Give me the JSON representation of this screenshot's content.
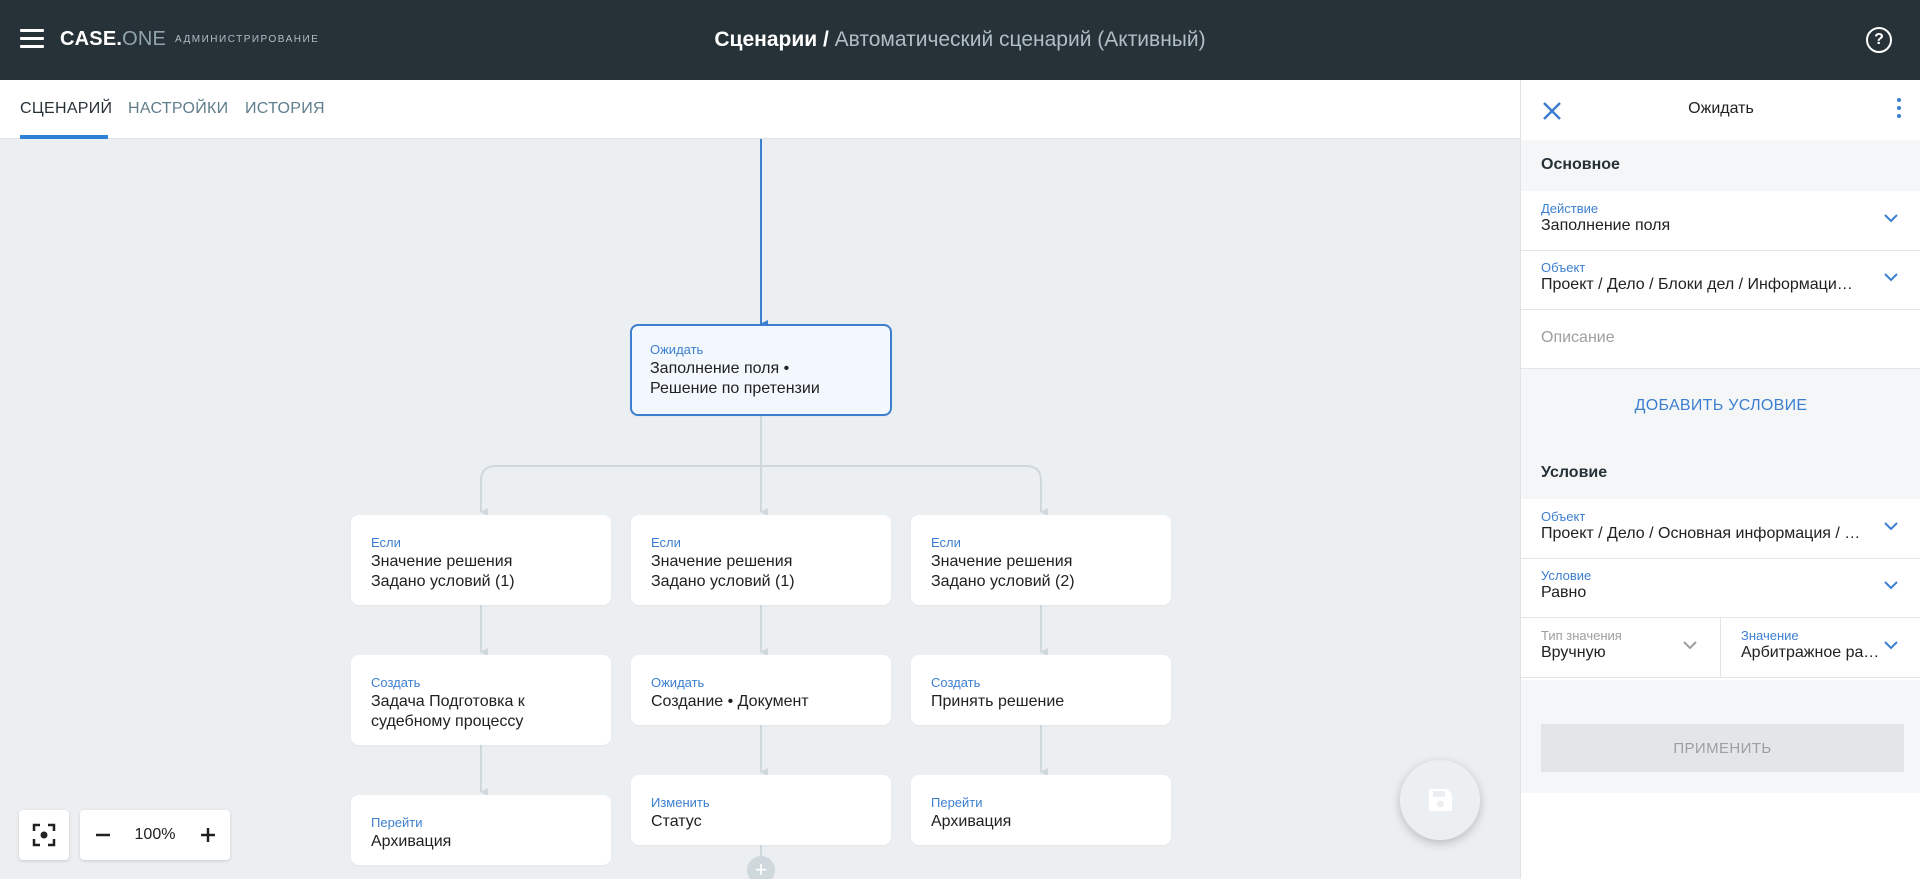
{
  "header": {
    "logo_main": "CASE.",
    "logo_accent": "ONE",
    "admin_label": "АДМИНИСТРИРОВАНИЕ",
    "breadcrumb_root": "Сценарии",
    "breadcrumb_sep": " / ",
    "breadcrumb_current": "Автоматический сценарий (Активный)",
    "help_glyph": "?"
  },
  "tabs": [
    {
      "label": "СЦЕНАРИЙ",
      "active": true
    },
    {
      "label": "НАСТРОЙКИ",
      "active": false
    },
    {
      "label": "ИСТОРИЯ",
      "active": false
    }
  ],
  "flow": {
    "wait_node": {
      "kind": "Ожидать",
      "line1": "Заполнение поля •",
      "line2": "Решение по претензии"
    },
    "branches": [
      {
        "condition": {
          "kind": "Если",
          "line1": "Значение решения",
          "line2": "Задано условий (1)"
        },
        "action": {
          "kind": "Создать",
          "line1": "Задача Подготовка к",
          "line2": "судебному процессу"
        },
        "final": {
          "kind": "Перейти",
          "line1": "Архивация"
        }
      },
      {
        "condition": {
          "kind": "Если",
          "line1": "Значение решения",
          "line2": "Задано условий (1)"
        },
        "action": {
          "kind": "Ожидать",
          "line1": "Создание • Документ"
        },
        "final": {
          "kind": "Изменить",
          "line1": "Статус"
        }
      },
      {
        "condition": {
          "kind": "Если",
          "line1": "Значение решения",
          "line2": "Задано условий (2)"
        },
        "action": {
          "kind": "Создать",
          "line1": "Принять решение"
        },
        "final": {
          "kind": "Перейти",
          "line1": "Архивация"
        }
      }
    ],
    "add_glyph": "+"
  },
  "zoom": {
    "level": "100%"
  },
  "panel": {
    "title": "Ожидать",
    "section_main": "Основное",
    "action": {
      "label": "Действие",
      "value": "Заполнение поля"
    },
    "object": {
      "label": "Объект",
      "value": "Проект / Дело / Блоки дел / Информация по претензии / Решение по претензии"
    },
    "description": {
      "placeholder": "Описание"
    },
    "add_condition": "ДОБАВИТЬ УСЛОВИЕ",
    "section_condition": "Условие",
    "cond_object": {
      "label": "Объект",
      "value": "Проект / Дело / Основная информация / Решение по претензии"
    },
    "cond_condition": {
      "label": "Условие",
      "value": "Равно"
    },
    "value_type": {
      "label": "Тип значения",
      "value": "Вручную"
    },
    "value": {
      "label": "Значение",
      "value": "Арбитражное разбирательство"
    },
    "apply": "ПРИМЕНИТЬ"
  },
  "colors": {
    "header_bg": "#263238",
    "accent": "#3c7fd0",
    "canvas_bg": "#eceff1",
    "connector": "#cfd8dc"
  }
}
